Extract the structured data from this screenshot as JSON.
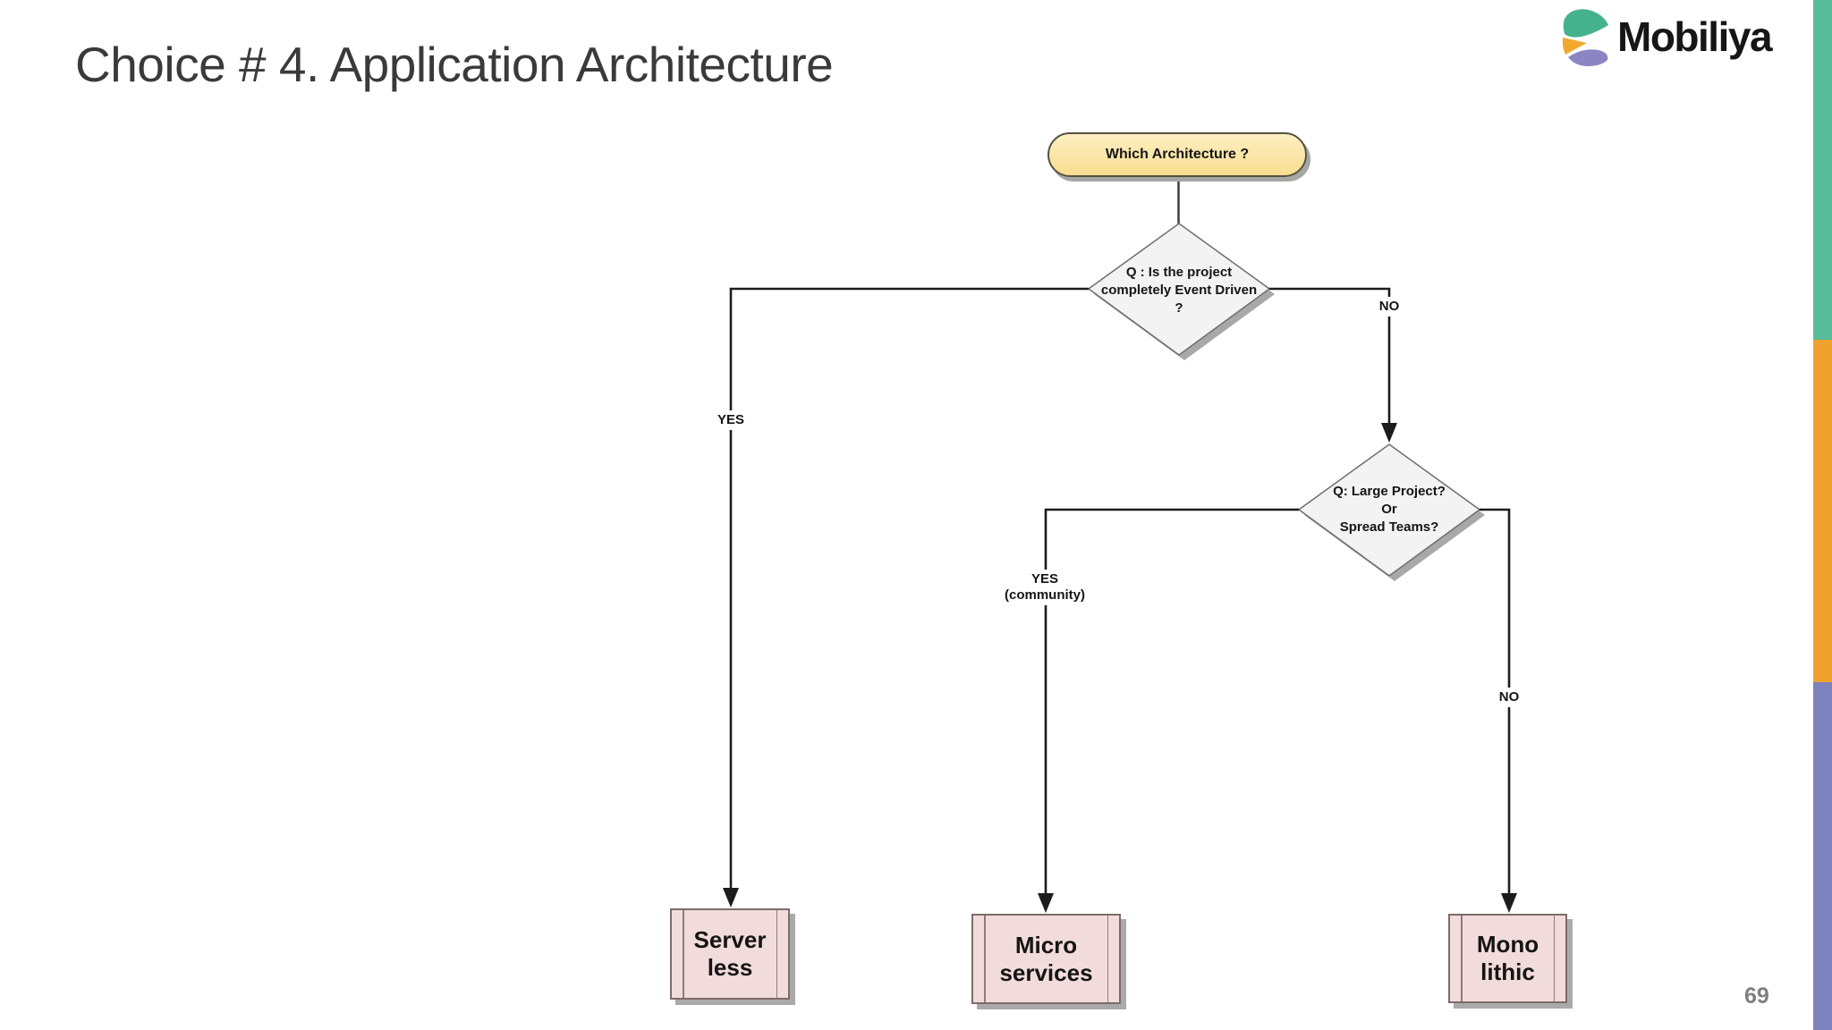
{
  "slide": {
    "title": "Choice # 4. Application Architecture",
    "page_number": "69"
  },
  "logo": {
    "text": "Mobiliya",
    "mark_colors": {
      "teal": "#45B28E",
      "orange": "#F2A72E",
      "purple": "#8B85C4"
    }
  },
  "stripes": {
    "teal": "#57BD9B",
    "orange": "#F0A22E",
    "purple": "#7D82BE"
  },
  "flowchart": {
    "start": {
      "label": "Which Architecture ?",
      "fill": "#FAE3A0"
    },
    "decision1": {
      "line1": "Q : Is the project",
      "line2": "completely Event Driven",
      "line3": "?",
      "fill": "#F3F3F3"
    },
    "decision2": {
      "line1": "Q: Large Project?",
      "line2": "Or",
      "line3": "Spread Teams?",
      "fill": "#F3F3F3"
    },
    "labels": {
      "yes1": "YES",
      "no1": "NO",
      "yes2_line1": "YES",
      "yes2_line2": "(community)",
      "no2": "NO"
    },
    "results": {
      "serverless": {
        "line1": "Server",
        "line2": "less"
      },
      "microservices": {
        "line1": "Micro",
        "line2": "services"
      },
      "monolithic": {
        "line1": "Mono",
        "line2": "lithic"
      }
    },
    "colors": {
      "result_fill": "#F2DCDB",
      "connector": "#1C1C1C",
      "shadow": "#A6A6A6",
      "decision_stroke": "#6E6E6E"
    }
  }
}
